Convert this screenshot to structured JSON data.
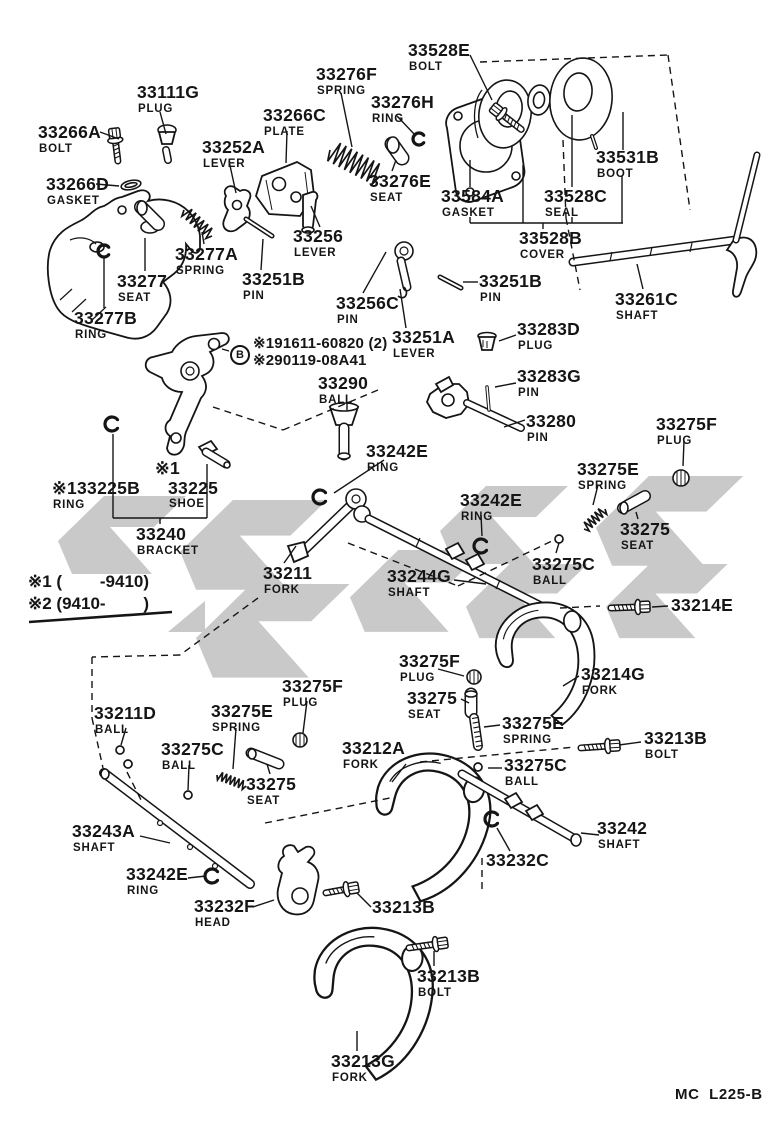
{
  "diagram": {
    "type": "exploded-parts-diagram",
    "line_color": "#151515",
    "watermark_color": "#c9c9c9"
  },
  "notes": {
    "marker_note_1": "※191611-60820 (2)",
    "marker_note_2": "※290119-08A41",
    "b_badge": "B"
  },
  "legend": {
    "line1": "※1 (        -9410)",
    "line2": "※2 (9410-        )"
  },
  "footer": {
    "code": "MC  L225-B"
  },
  "parts": [
    {
      "id": "33528E",
      "number": "33528E",
      "name": "BOLT"
    },
    {
      "id": "33111G",
      "number": "33111G",
      "name": "PLUG"
    },
    {
      "id": "33276F",
      "number": "33276F",
      "name": "SPRING"
    },
    {
      "id": "33276H",
      "number": "33276H",
      "name": "RING"
    },
    {
      "id": "33266A",
      "number": "33266A",
      "name": "BOLT"
    },
    {
      "id": "33266C",
      "number": "33266C",
      "name": "PLATE"
    },
    {
      "id": "33252A",
      "number": "33252A",
      "name": "LEVER"
    },
    {
      "id": "33266D",
      "number": "33266D",
      "name": "GASKET"
    },
    {
      "id": "33276E",
      "number": "33276E",
      "name": "SEAT"
    },
    {
      "id": "33531B",
      "number": "33531B",
      "name": "BOOT"
    },
    {
      "id": "33584A",
      "number": "33584A",
      "name": "GASKET"
    },
    {
      "id": "33528C",
      "number": "33528C",
      "name": "SEAL"
    },
    {
      "id": "33528B",
      "number": "33528B",
      "name": "COVER"
    },
    {
      "id": "33256",
      "number": "33256",
      "name": "LEVER"
    },
    {
      "id": "33277A",
      "number": "33277A",
      "name": "SPRING"
    },
    {
      "id": "33277",
      "number": "33277",
      "name": "SEAT"
    },
    {
      "id": "33277B",
      "number": "33277B",
      "name": "RING"
    },
    {
      "id": "33251B_l",
      "number": "33251B",
      "name": "PIN"
    },
    {
      "id": "33256C",
      "number": "33256C",
      "name": "PIN"
    },
    {
      "id": "33251B_r",
      "number": "33251B",
      "name": "PIN"
    },
    {
      "id": "33261C",
      "number": "33261C",
      "name": "SHAFT"
    },
    {
      "id": "33251A",
      "number": "33251A",
      "name": "LEVER"
    },
    {
      "id": "33283D",
      "number": "33283D",
      "name": "PLUG"
    },
    {
      "id": "33290",
      "number": "33290",
      "name": "BALL"
    },
    {
      "id": "33283G",
      "number": "33283G",
      "name": "PIN"
    },
    {
      "id": "33280",
      "number": "33280",
      "name": "PIN"
    },
    {
      "id": "33275F_tr",
      "number": "33275F",
      "name": "PLUG"
    },
    {
      "id": "33275E_tr",
      "number": "33275E",
      "name": "SPRING"
    },
    {
      "id": "33275_tr",
      "number": "33275",
      "name": "SEAT"
    },
    {
      "id": "33242E_1",
      "number": "33242E",
      "name": "RING"
    },
    {
      "id": "33242E_2",
      "number": "33242E",
      "name": "RING"
    },
    {
      "id": "33275C_tr",
      "number": "33275C",
      "name": "BALL"
    },
    {
      "id": "33225B",
      "number": "33225B",
      "name": "RING",
      "prefix": "※1"
    },
    {
      "id": "33225",
      "number": "33225",
      "name": "SHOE",
      "prefix": "※1",
      "prefix_above": true
    },
    {
      "id": "33240",
      "number": "33240",
      "name": "BRACKET"
    },
    {
      "id": "33211",
      "number": "33211",
      "name": "FORK"
    },
    {
      "id": "33244G",
      "number": "33244G",
      "name": "SHAFT"
    },
    {
      "id": "33214E",
      "number": "33214E",
      "name": ""
    },
    {
      "id": "33211D",
      "number": "33211D",
      "name": "BALL"
    },
    {
      "id": "33275E_bl",
      "number": "33275E",
      "name": "SPRING"
    },
    {
      "id": "33275C_bl",
      "number": "33275C",
      "name": "BALL"
    },
    {
      "id": "33275F_bl",
      "number": "33275F",
      "name": "PLUG"
    },
    {
      "id": "33275_bl",
      "number": "33275",
      "name": "SEAT"
    },
    {
      "id": "33212A",
      "number": "33212A",
      "name": "FORK"
    },
    {
      "id": "33275F_m",
      "number": "33275F",
      "name": "PLUG"
    },
    {
      "id": "33275_m",
      "number": "33275",
      "name": "SEAT"
    },
    {
      "id": "33275E_m",
      "number": "33275E",
      "name": "SPRING"
    },
    {
      "id": "33275C_m",
      "number": "33275C",
      "name": "BALL"
    },
    {
      "id": "33213B_r",
      "number": "33213B",
      "name": "BOLT"
    },
    {
      "id": "33214G",
      "number": "33214G",
      "name": "FORK"
    },
    {
      "id": "33243A",
      "number": "33243A",
      "name": "SHAFT"
    },
    {
      "id": "33242E_b",
      "number": "33242E",
      "name": "RING"
    },
    {
      "id": "33232F",
      "number": "33232F",
      "name": "HEAD"
    },
    {
      "id": "33213B_1",
      "number": "33213B",
      "name": ""
    },
    {
      "id": "33213B_2",
      "number": "33213B",
      "name": "BOLT"
    },
    {
      "id": "33232C",
      "number": "33232C",
      "name": ""
    },
    {
      "id": "33242",
      "number": "33242",
      "name": "SHAFT"
    },
    {
      "id": "33213G",
      "number": "33213G",
      "name": "FORK"
    }
  ]
}
